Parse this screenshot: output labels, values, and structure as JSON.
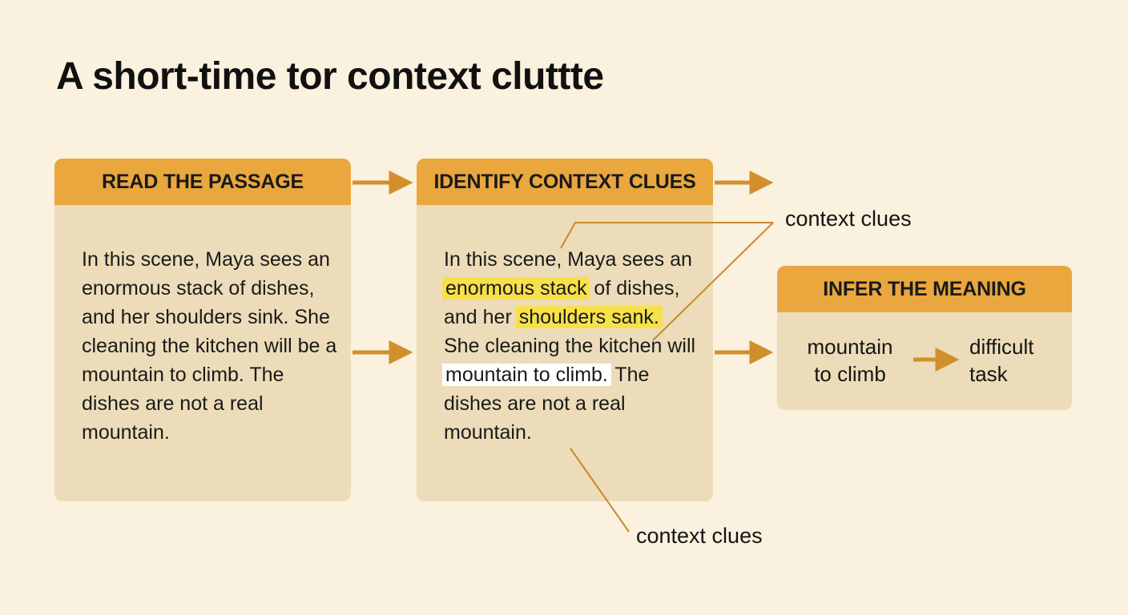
{
  "title": "A short-time tor context cluttte",
  "steps": [
    {
      "heading": "READ THE PASSAGE",
      "passage": "In this scene, Maya sees an enormous stack of dishes, and her shoulders sink. She cleaning the kitchen will be a mountain to climb. The dishes are not a real mountain."
    },
    {
      "heading": "IDENTIFY CONTEXT CLUES",
      "passage": {
        "p1": "In this scene, Maya sees an ",
        "clue1": "enormous stack",
        "p2": " of dishes, and her ",
        "clue2": "shoulders sank.",
        "p3": " She cleaning the kitchen will ",
        "phrase": "mountain to climb.",
        "p4": " The dishes are not a real mountain."
      }
    },
    {
      "heading": "INFER THE MEANING",
      "phrase": "mountain to climb",
      "meaning": "difficult task"
    }
  ],
  "annotations": {
    "top": "context clues",
    "bottom": "context clues"
  },
  "colors": {
    "background": "#faf1de",
    "box": "#ecdcb9",
    "header": "#e9a73e",
    "arrow": "#d18f2b",
    "highlight": "#f7e04a"
  }
}
